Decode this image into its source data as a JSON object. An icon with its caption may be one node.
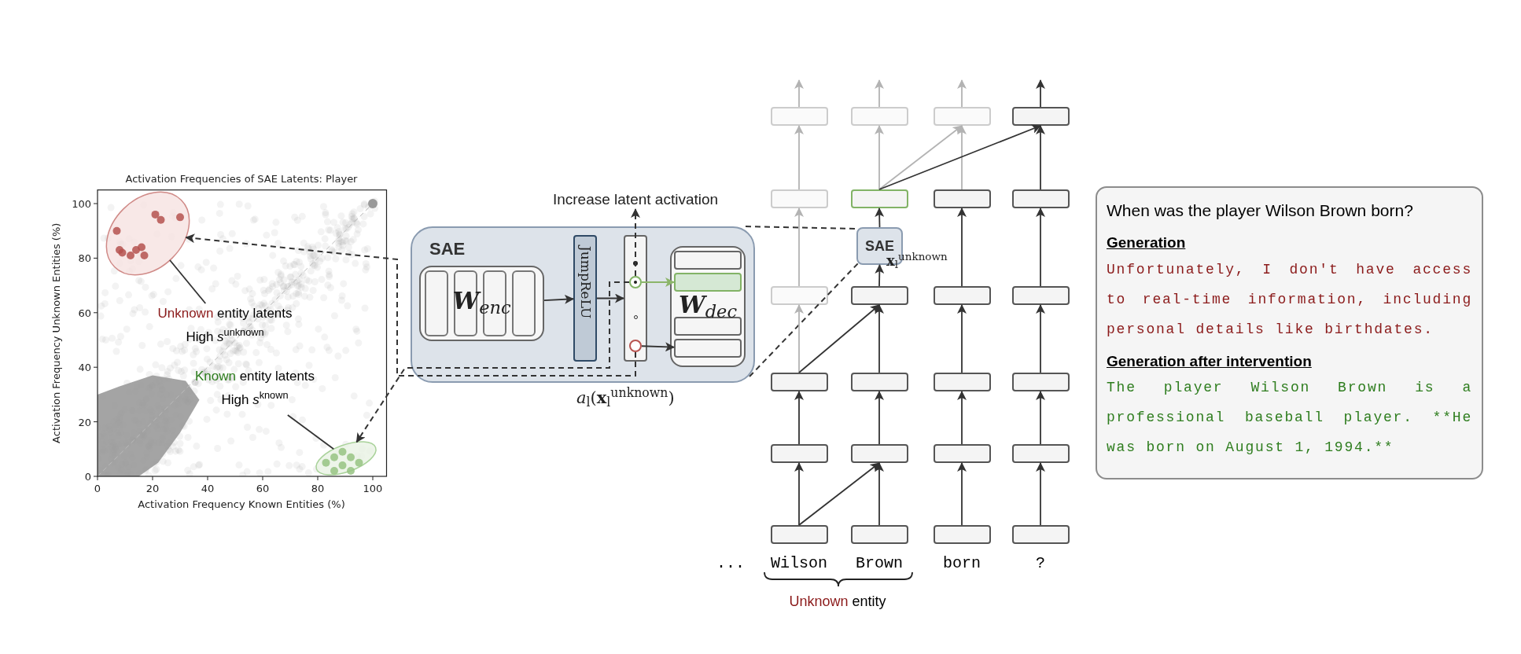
{
  "diagram": {
    "nodes": [
      {
        "text": [],
        "shape": "ellipse"
      },
      {
        "text": [],
        "shape": "ellipse"
      },
      {
        "text": [
          "Unknown entity latents",
          "High *s*$^{unknown}$"
        ]
      },
      {
        "text": [
          "Known entity latents",
          "High *s*$^{known}$"
        ]
      },
      {
        "text": [
          "SAE"
        ]
      },
      {
        "text": [
          "**W**$_{enc}$"
        ],
        "in": 4
      },
      {
        "text": [
          "JumpReLU"
        ],
        "in": 4
      },
      {
        "text": [],
        "shape": "bar",
        "in": 4,
        "beside": [
          "*a*$_{l}$(**x**$_{l}$$^{unknown}$)"
        ]
      },
      {
        "text": [],
        "shape": "circle",
        "in": 7
      },
      {
        "text": [],
        "shape": "circle",
        "in": 7
      },
      {
        "text": [
          "**W**$_{dec}$"
        ],
        "in": 4
      },
      {
        "text": [],
        "shape": "box",
        "in": 10
      },
      {
        "text": [],
        "shape": "box",
        "in": 10
      },
      {
        "text": [],
        "shape": "box",
        "in": 10
      },
      {
        "text": [],
        "shape": "box",
        "in": 10
      },
      {
        "text": [
          "Increase latent activation"
        ]
      },
      {
        "text": [],
        "shape": "box"
      },
      {
        "text": [],
        "shape": "box"
      },
      {
        "text": [],
        "shape": "box"
      },
      {
        "text": [],
        "shape": "box"
      },
      {
        "text": [],
        "shape": "box"
      },
      {
        "text": [],
        "shape": "box"
      },
      {
        "text": [],
        "shape": "box"
      },
      {
        "text": [],
        "shape": "box"
      },
      {
        "text": [
          "SAE"
        ],
        "beside": [
          "**x**$_{l}$$^{unknown}$"
        ]
      },
      {
        "text": [],
        "shape": "box"
      },
      {
        "text": [],
        "shape": "box"
      },
      {
        "text": [],
        "shape": "box"
      },
      {
        "text": [],
        "shape": "box"
      },
      {
        "text": [],
        "shape": "box"
      },
      {
        "text": [],
        "shape": "box"
      },
      {
        "text": [],
        "shape": "box"
      },
      {
        "text": [],
        "shape": "box"
      },
      {
        "text": [],
        "shape": "box"
      },
      {
        "text": [],
        "shape": "box"
      },
      {
        "text": [],
        "shape": "box"
      },
      {
        "text": [],
        "shape": "box"
      },
      {
        "text": [],
        "shape": "box",
        "beside": [
          "Wilson"
        ]
      },
      {
        "text": [],
        "shape": "box",
        "beside": [
          "Brown"
        ]
      },
      {
        "text": [],
        "shape": "box",
        "beside": [
          "born"
        ]
      },
      {
        "text": [],
        "shape": "box",
        "beside": [
          "?"
        ]
      },
      {
        "text": [
          "When was the player Wilson Brown born?",
          "Generation",
          "Unfortunately, I don't have access to real-time information, including personal details like birthdates.",
          "Generation after intervention",
          "The player Wilson Brown is a professional baseball player. **He was born on August 1, 1994.**"
        ]
      }
    ],
    "edges": [
      {
        "from": 9,
        "to": 0,
        "arrow": "to",
        "style": "dashed"
      },
      {
        "from": 8,
        "to": 1,
        "arrow": "to",
        "style": "dashed"
      },
      {
        "from": 2,
        "to": 0,
        "arrow": "none"
      },
      {
        "from": 3,
        "to": 1,
        "arrow": "none"
      },
      {
        "from": 5,
        "to": 6,
        "arrow": "to"
      },
      {
        "from": 6,
        "to": 7,
        "arrow": "to"
      },
      {
        "from": 8,
        "to": 15,
        "arrow": "to",
        "style": "dashed"
      },
      {
        "from": 8,
        "to": 12,
        "arrow": "to",
        "color": "#8cb56a"
      },
      {
        "from": 9,
        "to": 14,
        "arrow": "to"
      },
      {
        "from": 4,
        "to": 24,
        "arrow": "none",
        "style": "dashed"
      },
      {
        "from": 4,
        "to": 24,
        "arrow": "none",
        "style": "dashed"
      },
      {
        "from": 37,
        "to": 33,
        "arrow": "to"
      },
      {
        "from": 33,
        "to": 29,
        "arrow": "to"
      },
      {
        "from": 29,
        "to": 25,
        "arrow": "to",
        "color": "#b3b3b3"
      },
      {
        "from": 25,
        "to": 20,
        "arrow": "to",
        "color": "#b3b3b3"
      },
      {
        "from": 20,
        "to": 16,
        "arrow": "to",
        "color": "#b3b3b3"
      },
      {
        "from": 16,
        "to": null,
        "arrow": "to",
        "color": "#b3b3b3"
      },
      {
        "from": 38,
        "to": 34,
        "arrow": "to"
      },
      {
        "from": 34,
        "to": 30,
        "arrow": "to"
      },
      {
        "from": 30,
        "to": 26,
        "arrow": "to"
      },
      {
        "from": 26,
        "to": 24,
        "arrow": "to"
      },
      {
        "from": 24,
        "to": 21,
        "arrow": "to"
      },
      {
        "from": 21,
        "to": 17,
        "arrow": "to",
        "color": "#b3b3b3"
      },
      {
        "from": 17,
        "to": null,
        "arrow": "to",
        "color": "#b3b3b3"
      },
      {
        "from": 39,
        "to": 35,
        "arrow": "to"
      },
      {
        "from": 35,
        "to": 31,
        "arrow": "to"
      },
      {
        "from": 31,
        "to": 27,
        "arrow": "to"
      },
      {
        "from": 27,
        "to": 22,
        "arrow": "to"
      },
      {
        "from": 22,
        "to": 18,
        "arrow": "to",
        "color": "#b3b3b3"
      },
      {
        "from": 18,
        "to": null,
        "arrow": "to",
        "color": "#b3b3b3"
      },
      {
        "from": 40,
        "to": 36,
        "arrow": "to"
      },
      {
        "from": 36,
        "to": 32,
        "arrow": "to"
      },
      {
        "from": 32,
        "to": 28,
        "arrow": "to"
      },
      {
        "from": 28,
        "to": 23,
        "arrow": "to"
      },
      {
        "from": 23,
        "to": 19,
        "arrow": "to"
      },
      {
        "from": 19,
        "to": null,
        "arrow": "to"
      },
      {
        "from": 37,
        "to": 34,
        "arrow": "to"
      },
      {
        "from": 29,
        "to": 26,
        "arrow": "to"
      },
      {
        "from": 21,
        "to": 18,
        "arrow": "to",
        "color": "#b3b3b3"
      },
      {
        "from": 21,
        "to": 19,
        "arrow": "to"
      }
    ],
    "labels": [
      "...",
      "Unknown entity"
    ],
    "chart_data": {
      "type": "scatter",
      "title": "Activation Frequencies of SAE Latents: Player",
      "xlabel": "Activation Frequency Known Entities (%)",
      "ylabel": "Activation Frequency Unknown Entities (%)",
      "xlim": [
        0,
        105
      ],
      "ylim": [
        0,
        105
      ],
      "xticks": [
        0,
        20,
        40,
        60,
        80,
        100
      ],
      "yticks": [
        0,
        20,
        40,
        60,
        80,
        100
      ],
      "x": [
        7,
        8,
        9,
        12,
        14,
        16,
        17,
        21,
        23,
        30,
        83,
        86,
        86,
        89,
        92,
        92,
        95,
        89
      ],
      "series": [
        {
          "color": "#b5524f",
          "values": [
            90,
            83,
            82,
            81,
            83,
            84,
            81,
            96,
            94,
            95,
            null,
            null,
            null,
            null,
            null,
            null,
            null,
            null
          ]
        },
        {
          "color": "#97c383",
          "values": [
            null,
            null,
            null,
            null,
            null,
            null,
            null,
            null,
            null,
            null,
            5,
            2,
            7,
            4,
            7,
            2,
            5,
            9
          ]
        }
      ]
    }
  }
}
